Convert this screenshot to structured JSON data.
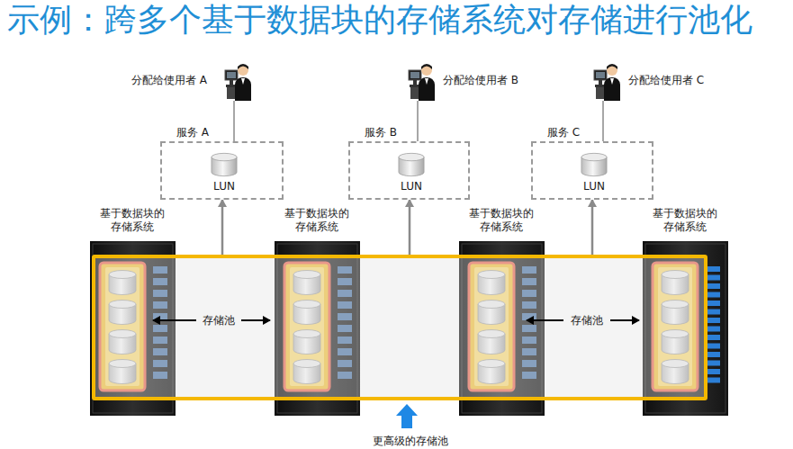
{
  "diagram": {
    "title": "示例：跨多个基于数据块的存储系统对存储进行池化",
    "nodes": [
      {
        "text": [
          "分配给使用者 A"
        ]
      },
      {
        "text": [
          "分配给使用者 B"
        ]
      },
      {
        "text": [
          "分配给使用者 C"
        ]
      },
      {
        "text": [
          "服务 A"
        ]
      },
      {
        "text": [
          "LUN"
        ],
        "in": 3
      },
      {
        "text": [
          "服务 B"
        ]
      },
      {
        "text": [
          "LUN"
        ],
        "in": 5
      },
      {
        "text": [
          "服务 C"
        ]
      },
      {
        "text": [
          "LUN"
        ],
        "in": 7
      },
      {
        "text": [
          "更高级的存储池"
        ]
      },
      {
        "text": [
          "基于数据块的存储系统"
        ]
      },
      {
        "text": [
          "基于数据块的存储系统"
        ]
      },
      {
        "text": [
          "基于数据块的存储系统"
        ]
      },
      {
        "text": [
          "基于数据块的存储系统"
        ]
      }
    ],
    "edges": [
      {
        "from": 3,
        "to": 0,
        "arrow": "none"
      },
      {
        "from": 5,
        "to": 1,
        "arrow": "none"
      },
      {
        "from": 7,
        "to": 2,
        "arrow": "none"
      },
      {
        "from": 9,
        "to": 3,
        "arrow": "to"
      },
      {
        "from": 9,
        "to": 5,
        "arrow": "to"
      },
      {
        "from": 9,
        "to": 7,
        "arrow": "to"
      }
    ],
    "labels": [
      "存储池",
      "存储池"
    ]
  }
}
